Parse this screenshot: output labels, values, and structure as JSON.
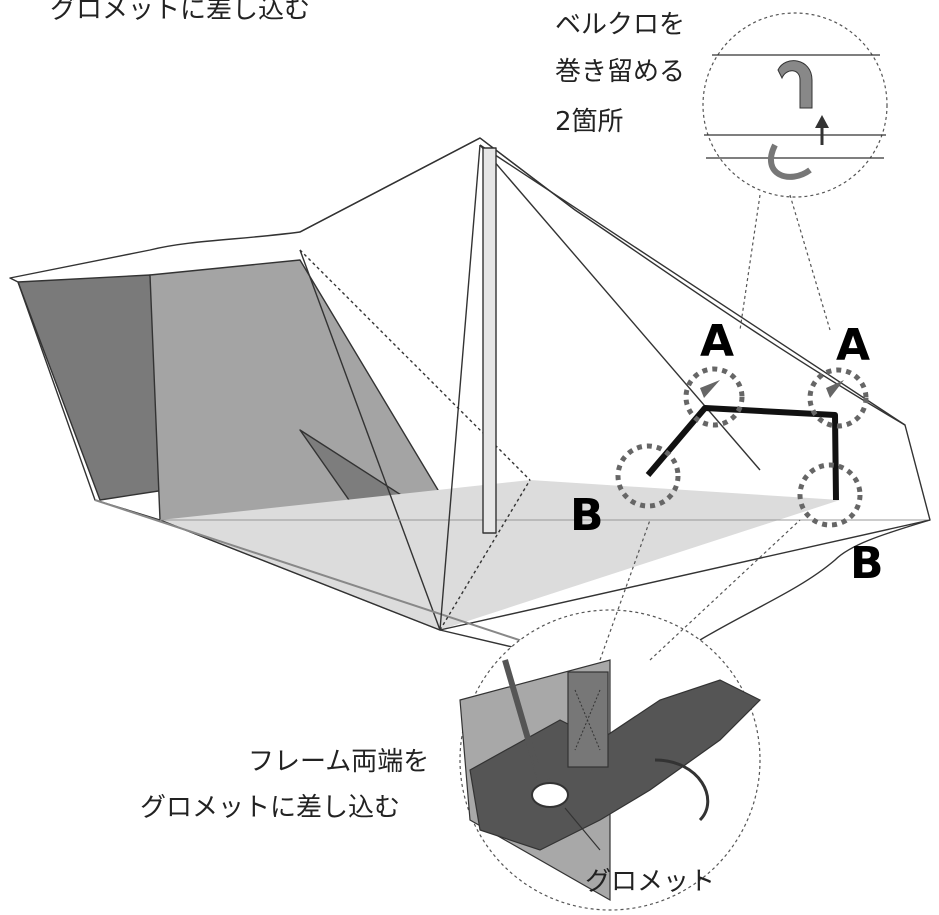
{
  "top_text": "グロメットに差し込む",
  "callout_velcro": [
    "ベルクロを",
    "巻き留める",
    "2箇所"
  ],
  "markers": {
    "a_left": "A",
    "a_right": "A",
    "b_left": "B",
    "b_right": "B"
  },
  "callout_frame": [
    "フレーム両端を",
    "グロメットに差し込む"
  ],
  "grommet_label": "グロメット"
}
